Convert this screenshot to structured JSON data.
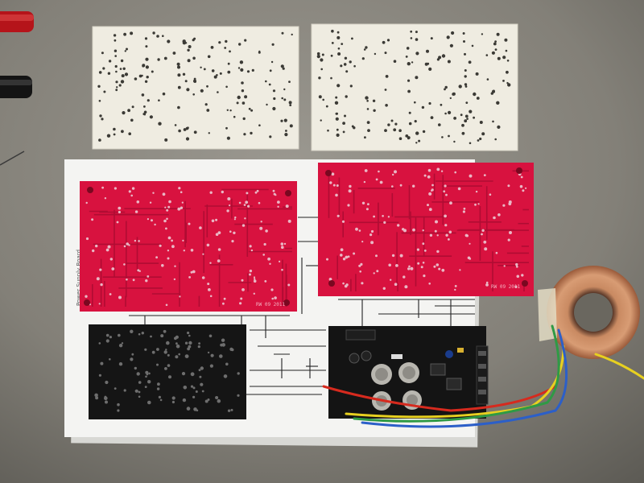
{
  "photo": {
    "colors": {
      "desk": "#8a877f",
      "paper": "#f4f4f2",
      "white_board": "#efece1",
      "red_board": "#d8123f",
      "black_board": "#151515",
      "copper": "#c0794f",
      "wire_red": "#d62a1e",
      "wire_yellow": "#e7d020",
      "wire_green": "#2f9a45",
      "wire_blue": "#2c5fc8"
    },
    "silkscreen": {
      "red_board_left": "RW 09 2011",
      "red_board_right": "RW 09 2011"
    },
    "schematic": {
      "side_label": "Power Supply Board"
    }
  }
}
